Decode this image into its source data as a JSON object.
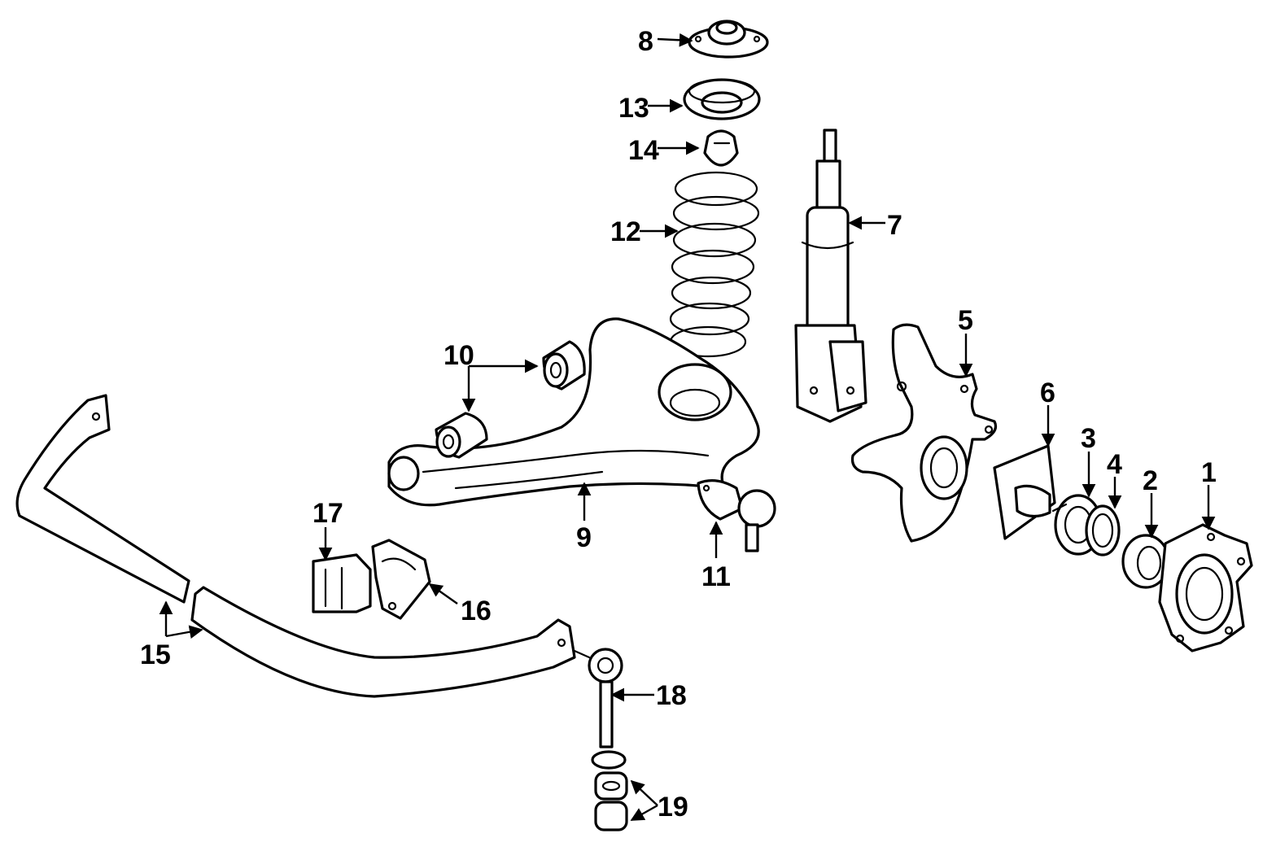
{
  "diagram": {
    "callouts": [
      {
        "id": "1",
        "label": "1"
      },
      {
        "id": "2",
        "label": "2"
      },
      {
        "id": "3",
        "label": "3"
      },
      {
        "id": "4",
        "label": "4"
      },
      {
        "id": "5",
        "label": "5"
      },
      {
        "id": "6",
        "label": "6"
      },
      {
        "id": "7",
        "label": "7"
      },
      {
        "id": "8",
        "label": "8"
      },
      {
        "id": "9",
        "label": "9"
      },
      {
        "id": "10",
        "label": "10"
      },
      {
        "id": "11",
        "label": "11"
      },
      {
        "id": "12",
        "label": "12"
      },
      {
        "id": "13",
        "label": "13"
      },
      {
        "id": "14",
        "label": "14"
      },
      {
        "id": "15",
        "label": "15"
      },
      {
        "id": "16",
        "label": "16"
      },
      {
        "id": "17",
        "label": "17"
      },
      {
        "id": "18",
        "label": "18"
      },
      {
        "id": "19",
        "label": "19"
      }
    ],
    "colors": {
      "ink": "#000000",
      "paper": "#ffffff"
    }
  }
}
